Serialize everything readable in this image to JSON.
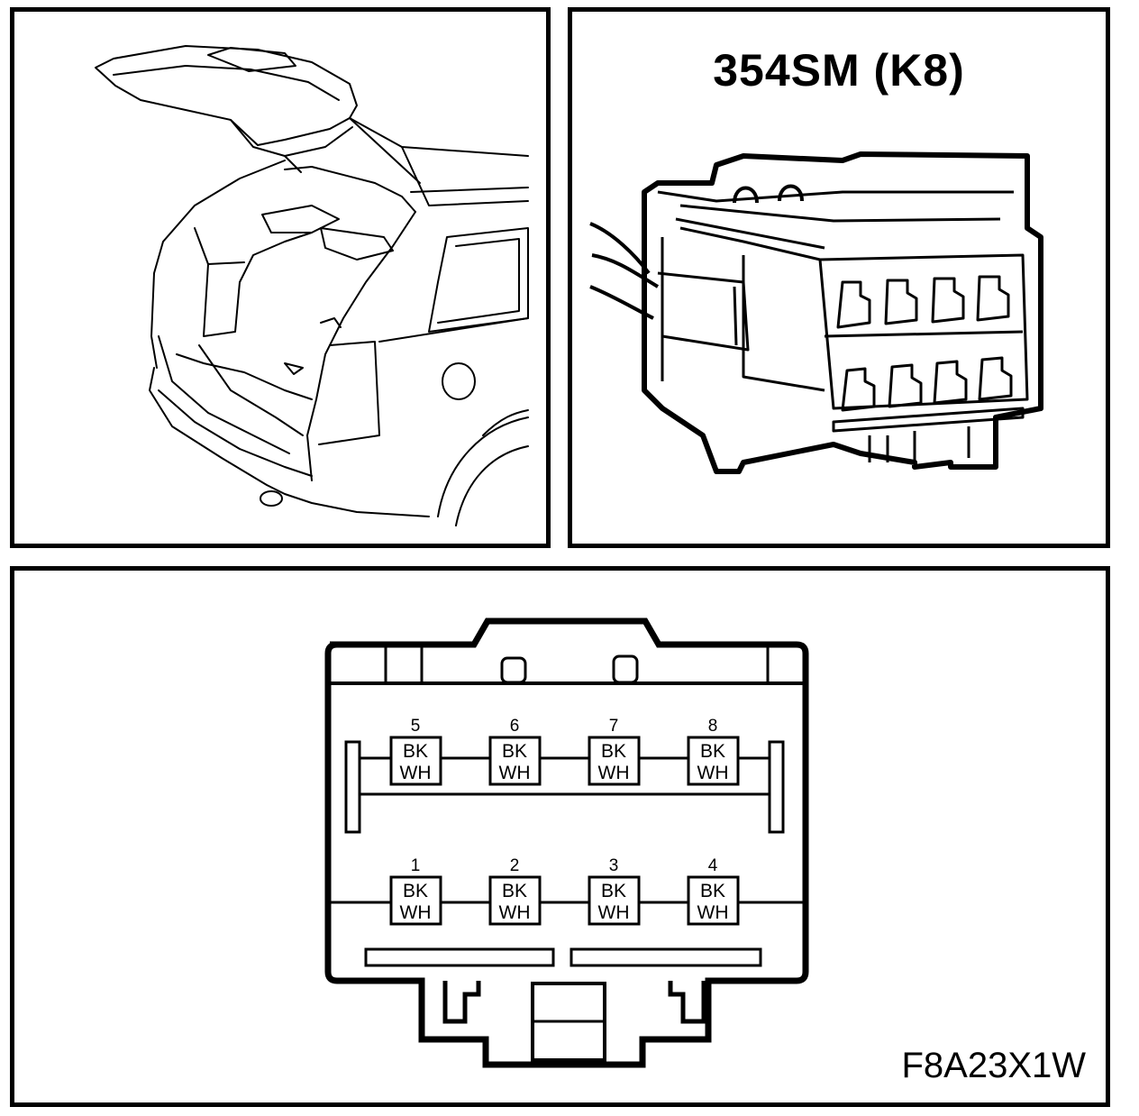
{
  "connector": {
    "title": "354SM (K8)",
    "diagram_code": "F8A23X1W"
  },
  "pins": {
    "top_row": [
      {
        "number": "5",
        "color_top": "BK",
        "color_bottom": "WH"
      },
      {
        "number": "6",
        "color_top": "BK",
        "color_bottom": "WH"
      },
      {
        "number": "7",
        "color_top": "BK",
        "color_bottom": "WH"
      },
      {
        "number": "8",
        "color_top": "BK",
        "color_bottom": "WH"
      }
    ],
    "bottom_row": [
      {
        "number": "1",
        "color_top": "BK",
        "color_bottom": "WH"
      },
      {
        "number": "2",
        "color_top": "BK",
        "color_bottom": "WH"
      },
      {
        "number": "3",
        "color_top": "BK",
        "color_bottom": "WH"
      },
      {
        "number": "4",
        "color_top": "BK",
        "color_bottom": "WH"
      }
    ]
  }
}
